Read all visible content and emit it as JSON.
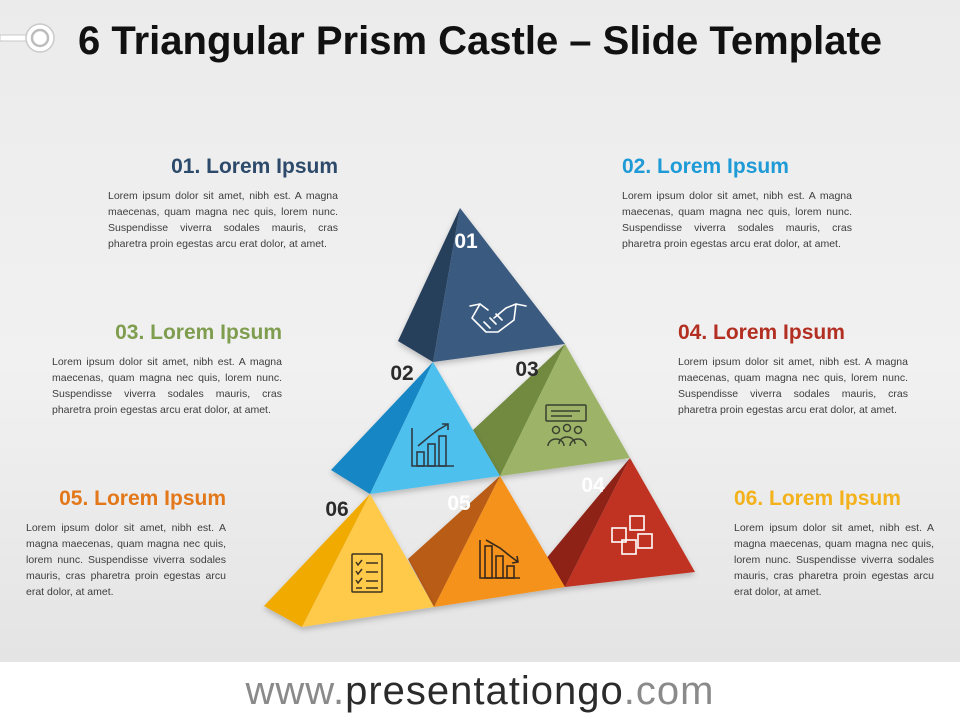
{
  "title": "6 Triangular Prism Castle – Slide Template",
  "footer": {
    "prefix": "www.",
    "brand": "presentationgo",
    "suffix": ".com"
  },
  "body_text": "Lorem ipsum dolor sit amet, nibh est. A magna maecenas, quam magna nec quis, lorem nunc. Suspendisse viverra sodales mauris, cras pharetra proin egestas arcu erat dolor, at amet.",
  "items": [
    {
      "id": "01",
      "heading": "01. Lorem Ipsum",
      "color": "#2d4a6b",
      "icon": "handshake-icon"
    },
    {
      "id": "02",
      "heading": "02. Lorem Ipsum",
      "color": "#1e9ad6",
      "icon": "bar-chart-growth-icon"
    },
    {
      "id": "03",
      "heading": "03. Lorem Ipsum",
      "color": "#7f9d4e",
      "icon": "meeting-presentation-icon"
    },
    {
      "id": "04",
      "heading": "04. Lorem Ipsum",
      "color": "#b22f22",
      "icon": "sticky-notes-icon"
    },
    {
      "id": "05",
      "heading": "05. Lorem Ipsum",
      "color": "#e2781a",
      "icon": "bar-chart-decline-icon"
    },
    {
      "id": "06",
      "heading": "06. Lorem Ipsum",
      "color": "#f3b21b",
      "icon": "checklist-icon"
    }
  ]
}
